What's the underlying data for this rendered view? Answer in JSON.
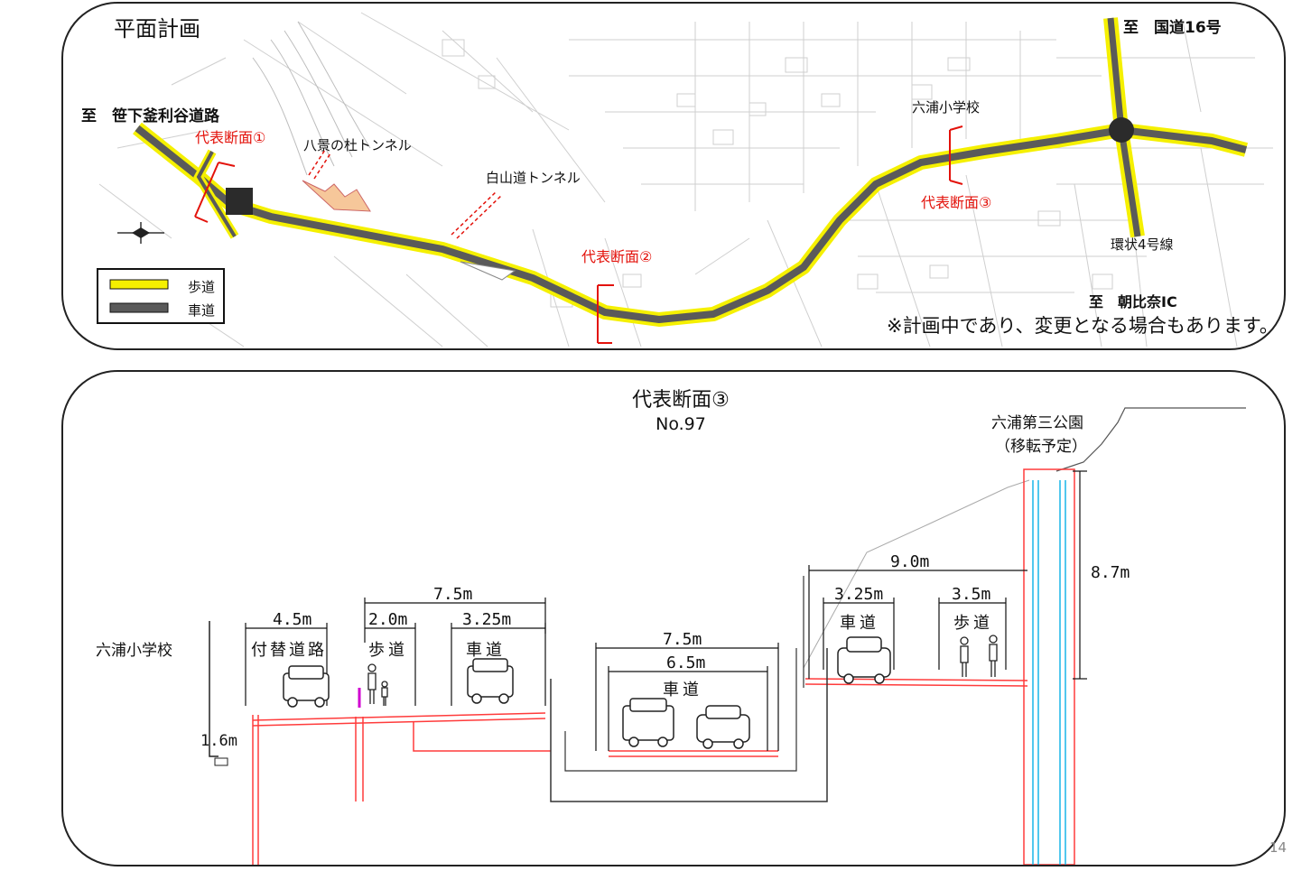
{
  "plan": {
    "title": "平面計画",
    "to_sasage": "至　笹下釜利谷道路",
    "to_route16": "至　国道16号",
    "to_asahina": "至　朝比奈IC",
    "ring4": "環状4号線",
    "school": "六浦小学校",
    "tunnel_hakkei": "八景の杜トンネル",
    "tunnel_hakusan": "白山道トンネル",
    "section1": "代表断面①",
    "section2": "代表断面②",
    "section3": "代表断面③",
    "legend": {
      "sidewalk": "歩道",
      "roadway": "車道"
    },
    "note": "※計画中であり、変更となる場合もあります。"
  },
  "section": {
    "title": "代表断面③",
    "station": "No.97",
    "school": "六浦小学校",
    "park_name": "六浦第三公園",
    "park_note": "（移転予定）",
    "dims": {
      "d_1_6": "1.6m",
      "d_4_5": "4.5m",
      "d_2_0": "2.0m",
      "d_3_25a": "3.25m",
      "d_7_5a": "7.5m",
      "d_7_5b": "7.5m",
      "d_6_5": "6.5m",
      "d_9_0": "9.0m",
      "d_3_25b": "3.25m",
      "d_3_5": "3.5m",
      "d_8_7": "8.7m"
    },
    "labels": {
      "detour": "付替道路",
      "sidewalk_a": "歩道",
      "roadway_a": "車道",
      "roadway_b": "車道",
      "roadway_c": "車道",
      "sidewalk_c": "歩道"
    }
  },
  "colors": {
    "sidewalk": "#f5f000",
    "roadway": "#5a5a5a",
    "accent_red": "#e3120b",
    "structure": "#ff3b3b",
    "cyan": "#19b6e8"
  },
  "page_number": "14"
}
